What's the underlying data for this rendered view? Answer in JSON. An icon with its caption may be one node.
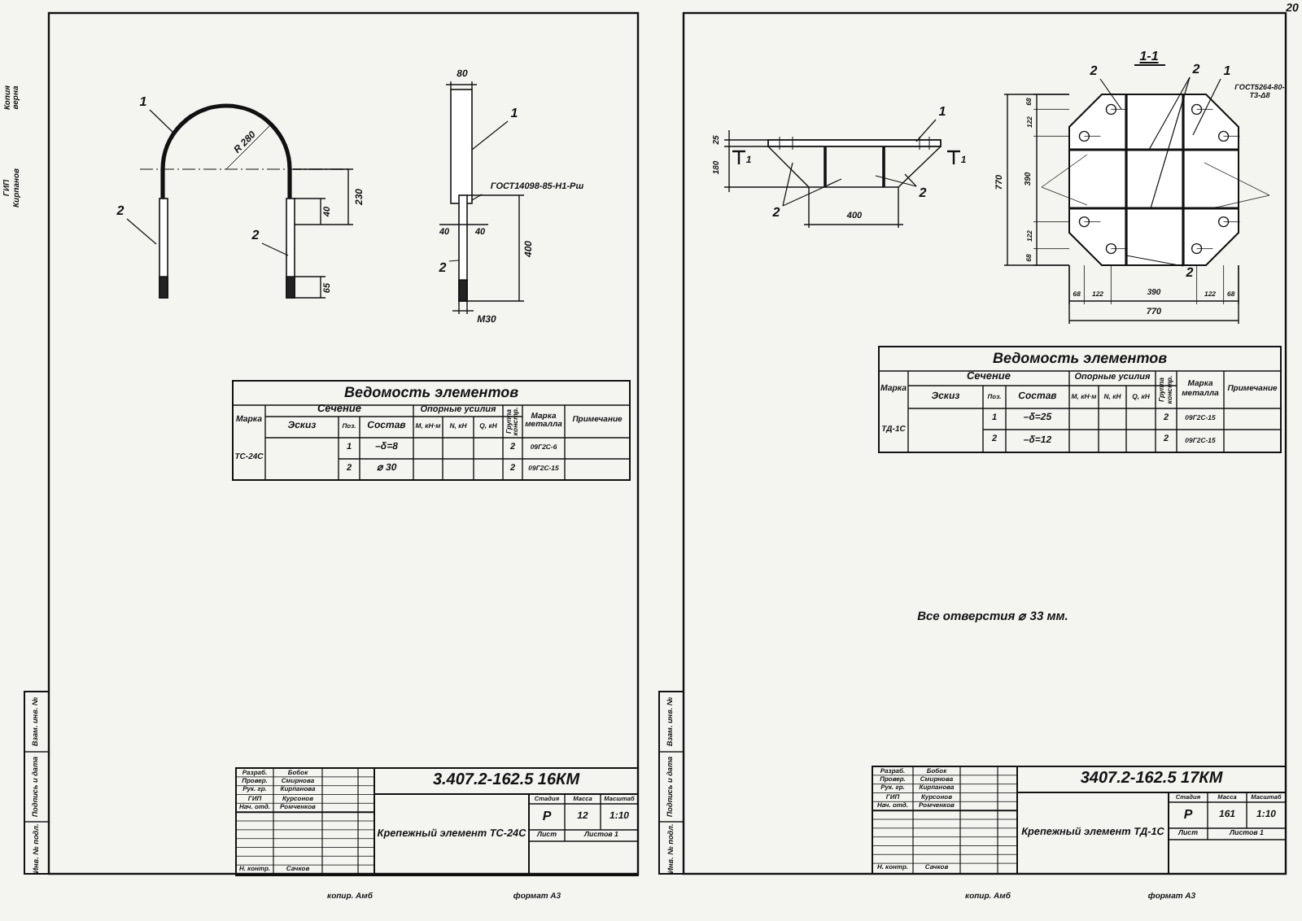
{
  "diagram": {
    "nodes": [
      {
        "text": [
          "1"
        ]
      },
      {
        "text": [
          "2"
        ]
      },
      {
        "text": [
          "2"
        ]
      },
      {
        "text": [
          "1"
        ]
      },
      {
        "text": [
          "2"
        ]
      },
      {
        "text": [
          "ГОСТ14098-85-Н1-Рш"
        ]
      },
      {
        "text": [
          "1"
        ]
      },
      {
        "text": [
          "2"
        ]
      },
      {
        "text": [
          "2"
        ]
      },
      {
        "text": [
          "2"
        ]
      },
      {
        "text": [
          "2"
        ]
      },
      {
        "text": [
          "1"
        ]
      },
      {
        "text": [
          "2"
        ]
      }
    ],
    "edges": [
      {
        "from": 0,
        "to": null,
        "arrow": "none"
      },
      {
        "from": 1,
        "to": null,
        "arrow": "none"
      },
      {
        "from": 2,
        "to": null,
        "arrow": "none"
      },
      {
        "from": 3,
        "to": null,
        "arrow": "none"
      },
      {
        "from": 4,
        "to": null,
        "arrow": "none"
      },
      {
        "from": 5,
        "to": null,
        "arrow": "none"
      },
      {
        "from": 6,
        "to": null,
        "arrow": "none"
      },
      {
        "from": 7,
        "to": null,
        "arrow": "none"
      },
      {
        "from": 7,
        "to": null,
        "arrow": "none"
      },
      {
        "from": 8,
        "to": null,
        "arrow": "none"
      },
      {
        "from": 8,
        "to": null,
        "arrow": "none"
      },
      {
        "from": 9,
        "to": null,
        "arrow": "none"
      },
      {
        "from": 10,
        "to": null,
        "arrow": "none"
      },
      {
        "from": 10,
        "to": null,
        "arrow": "none"
      },
      {
        "from": 11,
        "to": null,
        "arrow": "none"
      },
      {
        "from": 12,
        "to": null,
        "arrow": "none"
      }
    ],
    "labels": [
      "Копия верна",
      "ГИП Кирпанов",
      "R 280",
      "230",
      "40",
      "65",
      "80",
      "40",
      "40",
      "400",
      "М30",
      "Ведомость элементов",
      "Марка",
      "Сечение",
      "Опорные усилия",
      "Группа констр.",
      "Марка металла",
      "Примечание",
      "Эскиз",
      "Поз.",
      "Состав",
      "M, кН·м",
      "N, кН",
      "Q, кН",
      "ТС-24С",
      "1",
      "–δ=8",
      "2",
      "09Г2С-6",
      "2",
      "⌀ 30",
      "2",
      "09Г2С-15",
      "Инв. № подл.",
      "Подпись и дата",
      "Взам. инв. №",
      "Разраб.",
      "Бобок",
      "Провер.",
      "Смирнова",
      "Рук. гр.",
      "Кирпанова",
      "ГИП",
      "Курсонов",
      "Нач. отд.",
      "Ромченков",
      "Н. контр.",
      "Сачков",
      "3.407.2-162.5 16КМ",
      "Крепежный элемент ТС-24С",
      "Стадия",
      "Масса",
      "Масштаб",
      "Р",
      "12",
      "1:10",
      "Лист",
      "Листов 1",
      "копир. Амб",
      "формат А3",
      "20",
      "25",
      "180",
      "1",
      "1",
      "400",
      "1-1",
      "68",
      "122",
      "390",
      "122",
      "68",
      "770",
      "68",
      "122",
      "390",
      "122",
      "68",
      "770",
      "Ведомость элементов",
      "Марка",
      "Сечение",
      "Опорные усилия",
      "Группа констр.",
      "Марка металла",
      "Примечание",
      "Эскиз",
      "Поз.",
      "Состав",
      "M, кН·м",
      "N, кН",
      "Q, кН",
      "ТД-1С",
      "1",
      "–δ=25",
      "2",
      "09Г2С-15",
      "2",
      "–δ=12",
      "2",
      "09Г2С-15",
      "Все отверстия ⌀ 33 мм.",
      "Инв. № подл.",
      "Подпись и дата",
      "Взам. инв. №",
      "Разраб.",
      "Бобок",
      "Провер.",
      "Смирнова",
      "Рук. гр.",
      "Кирпанова",
      "ГИП",
      "Курсонов",
      "Нач. отд.",
      "Ромченков",
      "Н. контр.",
      "Сачков",
      "3407.2-162.5 17КМ",
      "Крепежный элемент ТД-1С",
      "Стадия",
      "Масса",
      "Масштаб",
      "Р",
      "161",
      "1:10",
      "Лист",
      "Листов 1",
      "копир. Амб",
      "формат А3",
      "ГОСТ5264-80-Т3-Δ8"
    ]
  }
}
